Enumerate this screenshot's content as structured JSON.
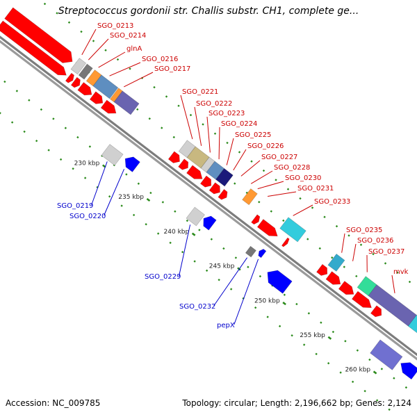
{
  "title": "Streptococcus gordonii str. Challis substr. CH1, complete ge...",
  "footer": {
    "accession": "Accession: NC_009785",
    "summary": "Topology: circular; Length: 2,196,662 bp; Genes: 2,124"
  },
  "colors": {
    "backbone": "#8c8c8c",
    "tick": "#2a8a1a",
    "forward_label": "#cc0000",
    "reverse_label": "#0000cc",
    "cds": "#ff0000",
    "gray": "#d0d0d0",
    "darkgray": "#777777",
    "orange": "#ff9933",
    "steelblue": "#5e8ec0",
    "slate": "#6a64b0",
    "khaki": "#c8b880",
    "navy": "#1a1a7a",
    "cyan": "#33ccdd",
    "teal": "#33aacc",
    "green": "#33dd99",
    "blue": "#0000ff",
    "lavender": "#7070d0"
  },
  "scale_labels": [
    "230 kbp",
    "235 kbp",
    "240 kbp",
    "245 kbp",
    "250 kbp",
    "255 kbp",
    "260 kbp"
  ],
  "forward_gene_labels": [
    "SGO_0213",
    "SGO_0214",
    "glnA",
    "SGO_0216",
    "SGO_0217",
    "SGO_0221",
    "SGO_0222",
    "SGO_0223",
    "SGO_0224",
    "SGO_0225",
    "SGO_0226",
    "SGO_0227",
    "SGO_0228",
    "SGO_0230",
    "SGO_0231",
    "SGO_0233",
    "SGO_0235",
    "SGO_0236",
    "SGO_0237",
    "mvk"
  ],
  "reverse_gene_labels": [
    "SGO_0219",
    "SGO_0220",
    "SGO_0229",
    "SGO_0232",
    "pepX"
  ]
}
